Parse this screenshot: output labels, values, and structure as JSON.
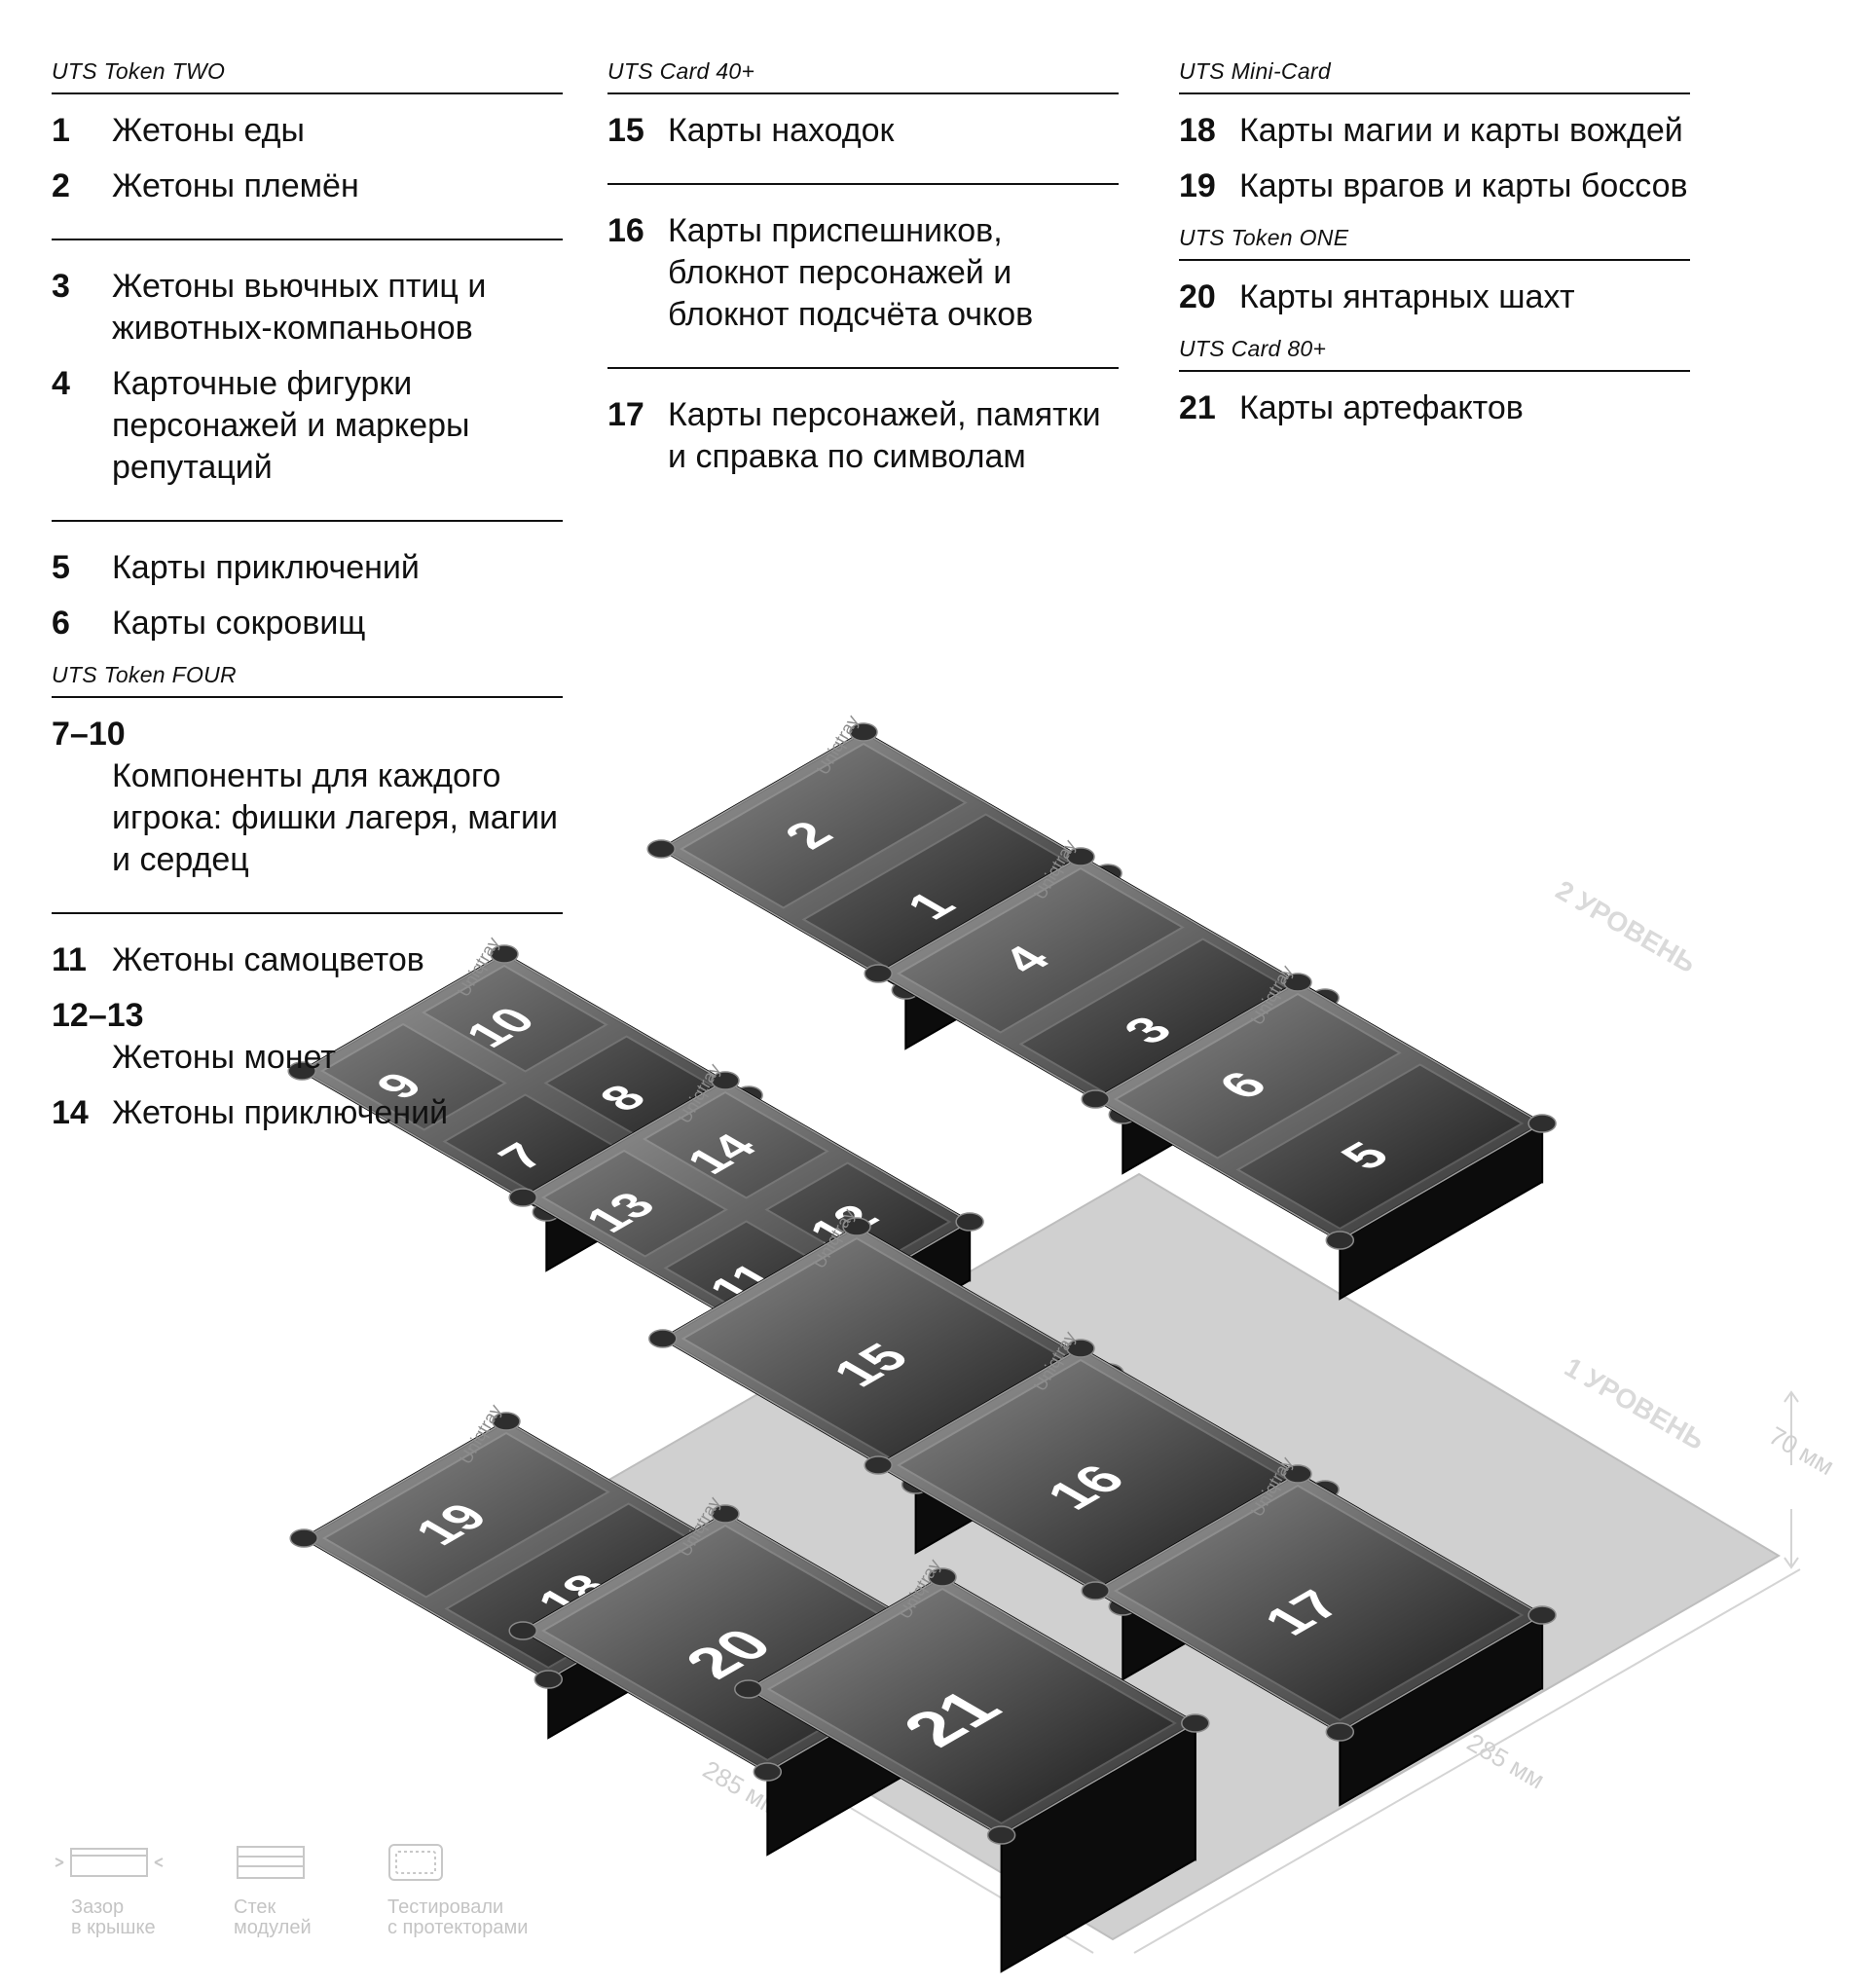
{
  "columns": [
    {
      "sections": [
        {
          "header": "UTS Token TWO",
          "groups": [
            [
              {
                "num": "1",
                "text": "Жетоны еды"
              },
              {
                "num": "2",
                "text": "Жетоны племён"
              }
            ],
            [
              {
                "num": "3",
                "text": "Жетоны вьючных птиц и животных-компаньонов"
              },
              {
                "num": "4",
                "text": "Карточные фигурки персонажей и маркеры репутаций"
              }
            ],
            [
              {
                "num": "5",
                "text": "Карты приключений"
              },
              {
                "num": "6",
                "text": "Карты сокровищ"
              }
            ]
          ]
        },
        {
          "header": "UTS Token FOUR",
          "groups": [
            [
              {
                "num": "7–10",
                "text": "Компоненты для каждого игрока: фишки лагеря, магии и сердец",
                "block": true
              }
            ],
            [
              {
                "num": "11",
                "text": "Жетоны самоцветов"
              },
              {
                "num": "12–13",
                "text": "Жетоны монет",
                "block": true
              },
              {
                "num": "14",
                "text": "Жетоны приключений"
              }
            ]
          ]
        }
      ]
    },
    {
      "sections": [
        {
          "header": "UTS Card 40+",
          "groups": [
            [
              {
                "num": "15",
                "text": "Карты находок"
              }
            ],
            [
              {
                "num": "16",
                "text": "Карты приспешников, блокнот персонажей и блокнот подсчёта очков"
              }
            ],
            [
              {
                "num": "17",
                "text": "Карты персонажей, памятки и справка по символам"
              }
            ]
          ]
        }
      ]
    },
    {
      "sections": [
        {
          "header": "UTS Mini-Card",
          "groups": [
            [
              {
                "num": "18",
                "text": "Карты магии и карты вождей"
              },
              {
                "num": "19",
                "text": "Карты врагов и карты боссов"
              }
            ]
          ]
        },
        {
          "header": "UTS Token ONE",
          "groups": [
            [
              {
                "num": "20",
                "text": "Карты янтарных шахт"
              }
            ]
          ]
        },
        {
          "header": "UTS Card 80+",
          "groups": [
            [
              {
                "num": "21",
                "text": "Карты артефактов"
              }
            ]
          ]
        }
      ]
    }
  ],
  "diagram": {
    "brand": "Uniqtray",
    "level2_label": "2 УРОВЕНЬ",
    "level1_label": "1 УРОВЕНЬ",
    "height_label": "70 мм",
    "width_label_left": "285 мм",
    "width_label_right": "285 мм",
    "modules": [
      {
        "cells": [
          "1",
          "2"
        ]
      },
      {
        "cells": [
          "3",
          "4"
        ]
      },
      {
        "cells": [
          "5",
          "6"
        ]
      },
      {
        "cells": [
          "7",
          "8",
          "9",
          "10"
        ]
      },
      {
        "cells": [
          "11",
          "12",
          "13",
          "14"
        ]
      },
      {
        "cells": [
          "15"
        ]
      },
      {
        "cells": [
          "16"
        ]
      },
      {
        "cells": [
          "17"
        ]
      },
      {
        "cells": [
          "18",
          "19"
        ]
      },
      {
        "cells": [
          "20"
        ]
      },
      {
        "cells": [
          "21"
        ]
      }
    ]
  },
  "legend": [
    {
      "icon": "lid-gap-icon",
      "line1": "Зазор",
      "line2": "в крышке"
    },
    {
      "icon": "module-stack-icon",
      "line1": "Стек",
      "line2": "модулей"
    },
    {
      "icon": "sleeve-icon",
      "line1": "Тестировали",
      "line2": "с протекторами"
    }
  ]
}
